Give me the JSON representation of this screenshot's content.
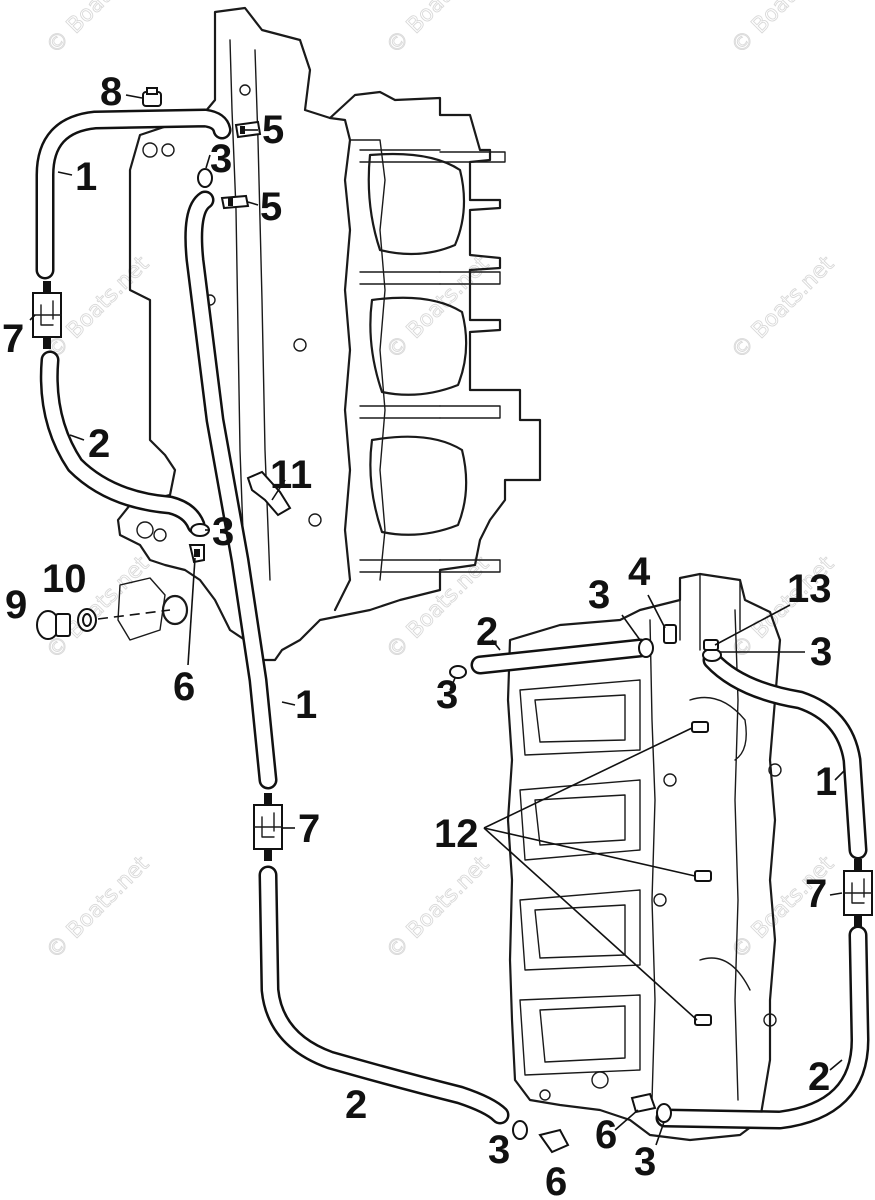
{
  "watermark": {
    "text": "© Boats.net",
    "color": "#d9d9d9"
  },
  "callouts": {
    "c1_top": "1",
    "c1_mid": "1",
    "c1_right": "1",
    "c2_left": "2",
    "c2_right_top": "2",
    "c2_bottom": "2",
    "c2_right_bottom": "2",
    "c3_top": "3",
    "c3_left_mid": "3",
    "c3_right_top_a": "3",
    "c3_right_top_b": "3",
    "c3_right_top_c": "3",
    "c3_bottom_a": "3",
    "c3_bottom_b": "3",
    "c4": "4",
    "c5_a": "5",
    "c5_b": "5",
    "c6_left": "6",
    "c6_bottom_a": "6",
    "c6_bottom_b": "6",
    "c7_left": "7",
    "c7_mid": "7",
    "c7_right": "7",
    "c8": "8",
    "c9": "9",
    "c10": "10",
    "c11": "11",
    "c12": "12",
    "c13": "13"
  }
}
